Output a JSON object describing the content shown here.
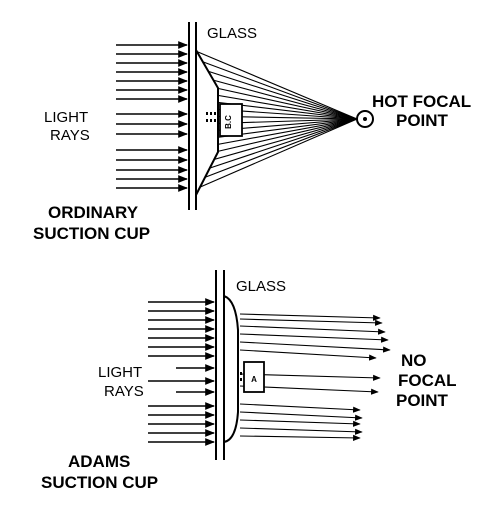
{
  "panels": {
    "ordinary": {
      "glass_label": "GLASS",
      "light_label_line1": "LIGHT",
      "light_label_line2": "RAYS",
      "focal_label_line1": "HOT FOCAL",
      "focal_label_line2": "POINT",
      "cup_label_line1": "ORDINARY",
      "cup_label_line2": "SUCTION CUP",
      "cup_mark": "B.C"
    },
    "adams": {
      "glass_label": "GLASS",
      "light_label_line1": "LIGHT",
      "light_label_line2": "RAYS",
      "focal_label_line1": "NO",
      "focal_label_line2": "FOCAL",
      "focal_label_line3": "POINT",
      "cup_label_line1": "ADAMS",
      "cup_label_line2": "SUCTION CUP",
      "cup_mark": "A"
    }
  },
  "colors": {
    "ink": "#000000",
    "background": "#ffffff"
  }
}
